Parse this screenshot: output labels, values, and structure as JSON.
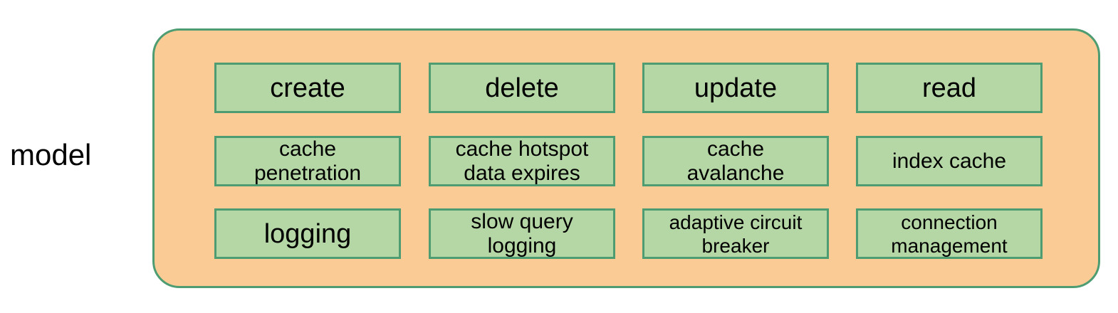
{
  "diagram": {
    "type": "grouped-node-diagram",
    "side_label": "model",
    "container": {
      "name": "model-group",
      "fill_color": "#fbcb95",
      "border_color": "#4e9d72"
    },
    "node_style": {
      "fill_color": "#b5d7a5",
      "border_color": "#4e9d72",
      "text_color": "#000000"
    },
    "rows": [
      {
        "name": "crud-operations-row",
        "nodes": [
          {
            "label": "create",
            "size": "lg"
          },
          {
            "label": "delete",
            "size": "lg"
          },
          {
            "label": "update",
            "size": "lg"
          },
          {
            "label": "read",
            "size": "lg"
          }
        ]
      },
      {
        "name": "cache-concerns-row",
        "nodes": [
          {
            "label": "cache\npenetration",
            "size": "md"
          },
          {
            "label": "cache hotspot\ndata expires",
            "size": "md"
          },
          {
            "label": "cache\navalanche",
            "size": "md"
          },
          {
            "label": "index cache",
            "size": "md"
          }
        ]
      },
      {
        "name": "observability-resilience-row",
        "nodes": [
          {
            "label": "logging",
            "size": "lg"
          },
          {
            "label": "slow query\nlogging",
            "size": "md"
          },
          {
            "label": "adaptive circuit\nbreaker",
            "size": "sm"
          },
          {
            "label": "connection\nmanagement",
            "size": "sm"
          }
        ]
      }
    ]
  }
}
